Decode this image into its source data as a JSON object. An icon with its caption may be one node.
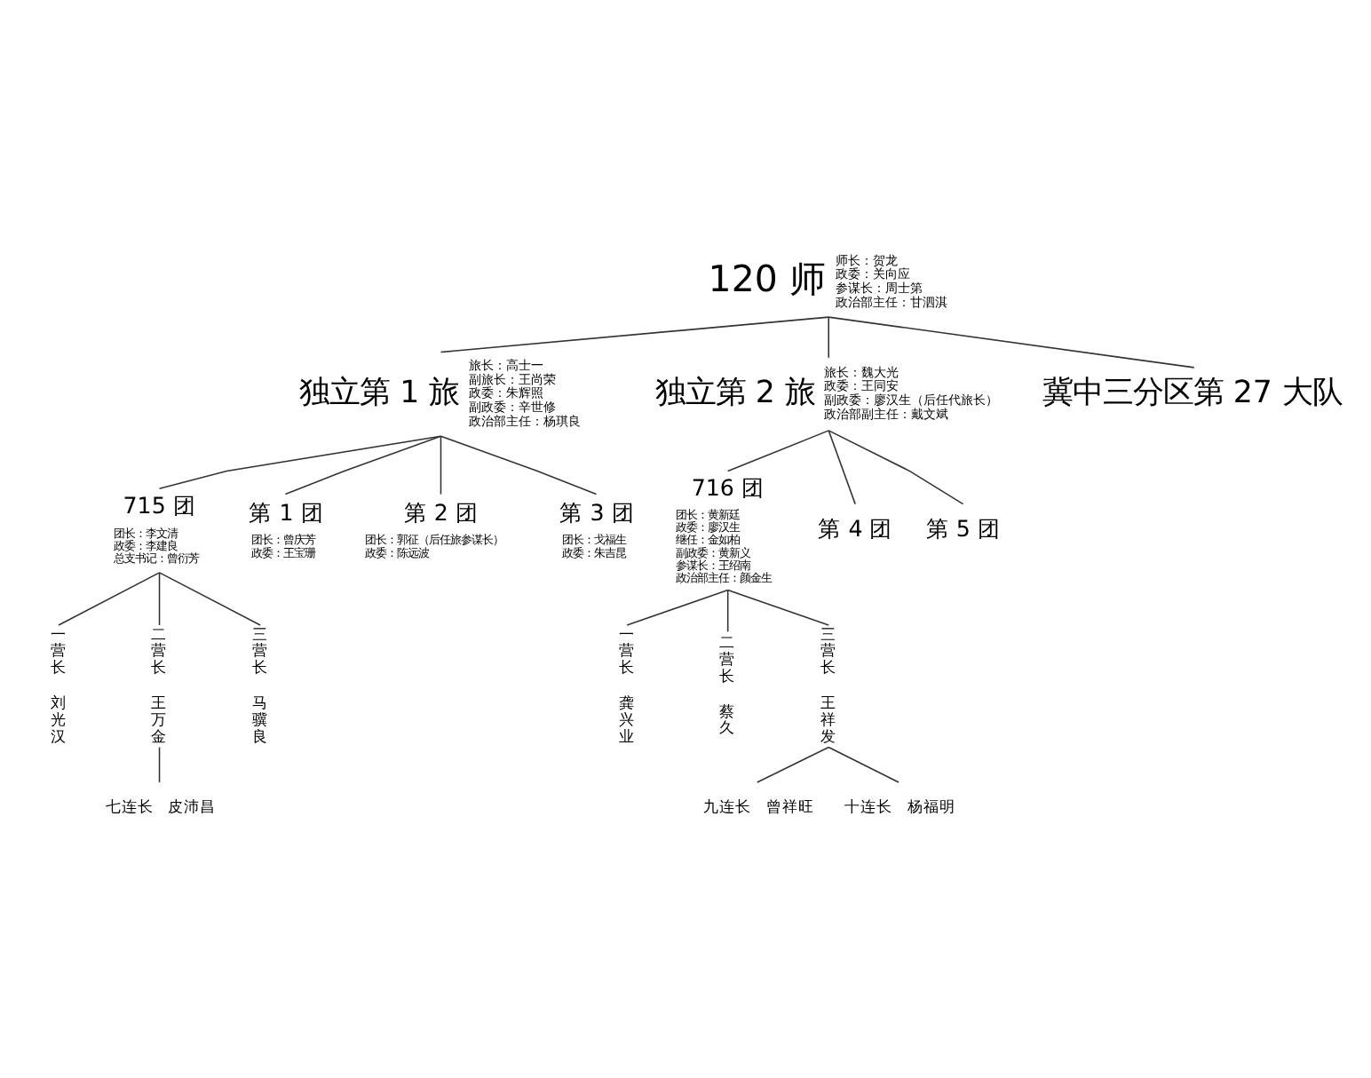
{
  "diagram": {
    "nodes": [
      {
        "text": [
          "120 师",
          "师长：贺龙",
          "政委：关向应",
          "参谋长：周士第",
          "政治部主任：甘泗淇"
        ]
      },
      {
        "text": [
          "独立第 1 旅",
          "旅长：高士一",
          "副旅长：王尚荣",
          "政委：朱辉照",
          "副政委：辛世修",
          "政治部主任：杨琪良"
        ]
      },
      {
        "text": [
          "独立第 2 旅",
          "旅长：魏大光",
          "政委：王同安",
          "副政委：廖汉生（后任代旅长）",
          "政治部副主任：戴文斌"
        ]
      },
      {
        "text": [
          "冀中三分区第 27 大队"
        ]
      },
      {
        "text": [
          "715 团",
          "团长：李文清",
          "政委：李建良",
          "总支书记：曾衍芳"
        ]
      },
      {
        "text": [
          "第 1 团",
          "团长：曾庆芳",
          "政委：王宝珊"
        ]
      },
      {
        "text": [
          "第 2 团",
          "团长：郭征（后任旅参谋长）",
          "政委：陈远波"
        ]
      },
      {
        "text": [
          "第 3 团",
          "团长：戈福生",
          "政委：朱吉昆"
        ]
      },
      {
        "text": [
          "716 团",
          "团长：黄新廷",
          "政委：廖汉生",
          "继任：金如柏",
          "副政委：黄新义",
          "参谋长：王绍南",
          "政治部主任：颜金生"
        ]
      },
      {
        "text": [
          "第 4 团"
        ]
      },
      {
        "text": [
          "第 5 团"
        ]
      },
      {
        "text": [
          "一营长",
          "刘光汉"
        ]
      },
      {
        "text": [
          "二营长",
          "王万金"
        ]
      },
      {
        "text": [
          "三营长",
          "马骥良"
        ]
      },
      {
        "text": [
          "七连长",
          "皮沛昌"
        ]
      },
      {
        "text": [
          "一营长",
          "龚兴业"
        ]
      },
      {
        "text": [
          "二营长",
          "蔡久"
        ]
      },
      {
        "text": [
          "三营长",
          "王祥发"
        ]
      },
      {
        "text": [
          "九连长",
          "曾祥旺"
        ]
      },
      {
        "text": [
          "十连长",
          "杨福明"
        ]
      }
    ],
    "edges": [
      {
        "from": 0,
        "to": 1,
        "arrow": "none"
      },
      {
        "from": 0,
        "to": 2,
        "arrow": "none"
      },
      {
        "from": 0,
        "to": 3,
        "arrow": "none"
      },
      {
        "from": 1,
        "to": 4,
        "arrow": "none"
      },
      {
        "from": 1,
        "to": 5,
        "arrow": "none"
      },
      {
        "from": 1,
        "to": 6,
        "arrow": "none"
      },
      {
        "from": 1,
        "to": 7,
        "arrow": "none"
      },
      {
        "from": 2,
        "to": 8,
        "arrow": "none"
      },
      {
        "from": 2,
        "to": 9,
        "arrow": "none"
      },
      {
        "from": 2,
        "to": 10,
        "arrow": "none"
      },
      {
        "from": 4,
        "to": 11,
        "arrow": "none"
      },
      {
        "from": 4,
        "to": 12,
        "arrow": "none"
      },
      {
        "from": 4,
        "to": 13,
        "arrow": "none"
      },
      {
        "from": 12,
        "to": 14,
        "arrow": "none"
      },
      {
        "from": 8,
        "to": 15,
        "arrow": "none"
      },
      {
        "from": 8,
        "to": 16,
        "arrow": "none"
      },
      {
        "from": 8,
        "to": 17,
        "arrow": "none"
      },
      {
        "from": 17,
        "to": 18,
        "arrow": "none"
      },
      {
        "from": 17,
        "to": 19,
        "arrow": "none"
      }
    ]
  }
}
